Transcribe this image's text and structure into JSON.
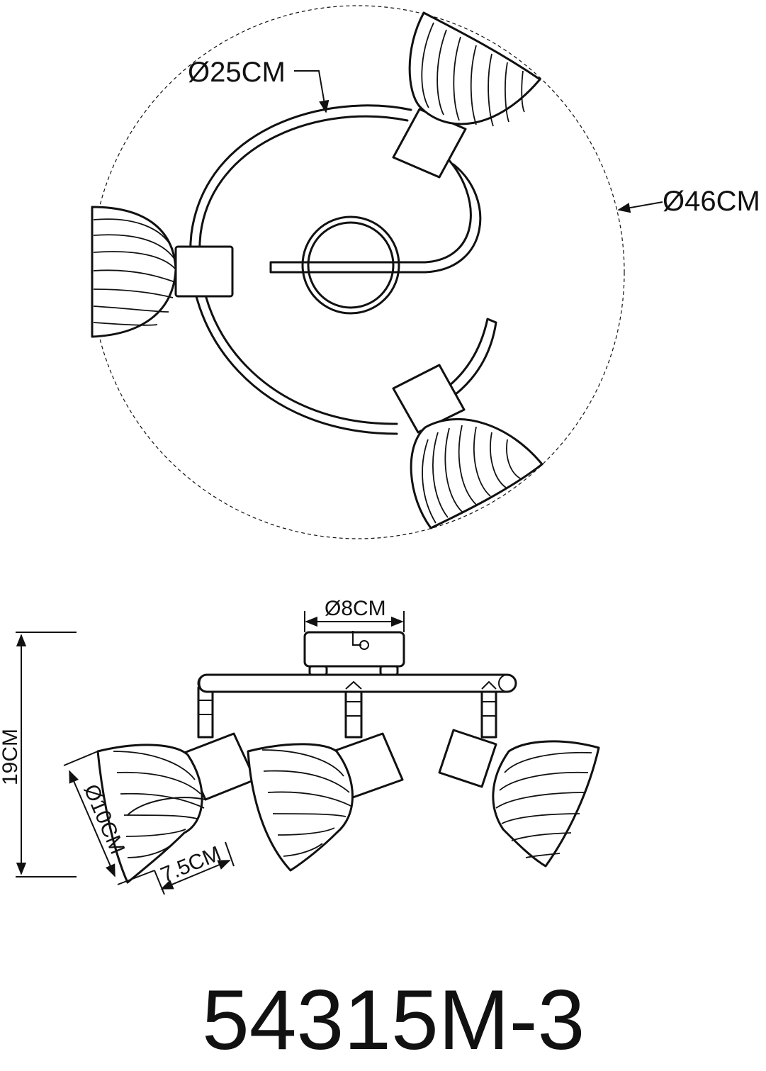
{
  "top_view": {
    "arc_diameter_label": "Ø25CM",
    "overall_diameter_label": "Ø46CM"
  },
  "front_view": {
    "canopy_diameter_label": "Ø8CM",
    "height_label": "19CM",
    "shade_diameter_label": "Ø10CM",
    "shade_depth_label": "7.5CM"
  },
  "model_number": "54315M-3"
}
